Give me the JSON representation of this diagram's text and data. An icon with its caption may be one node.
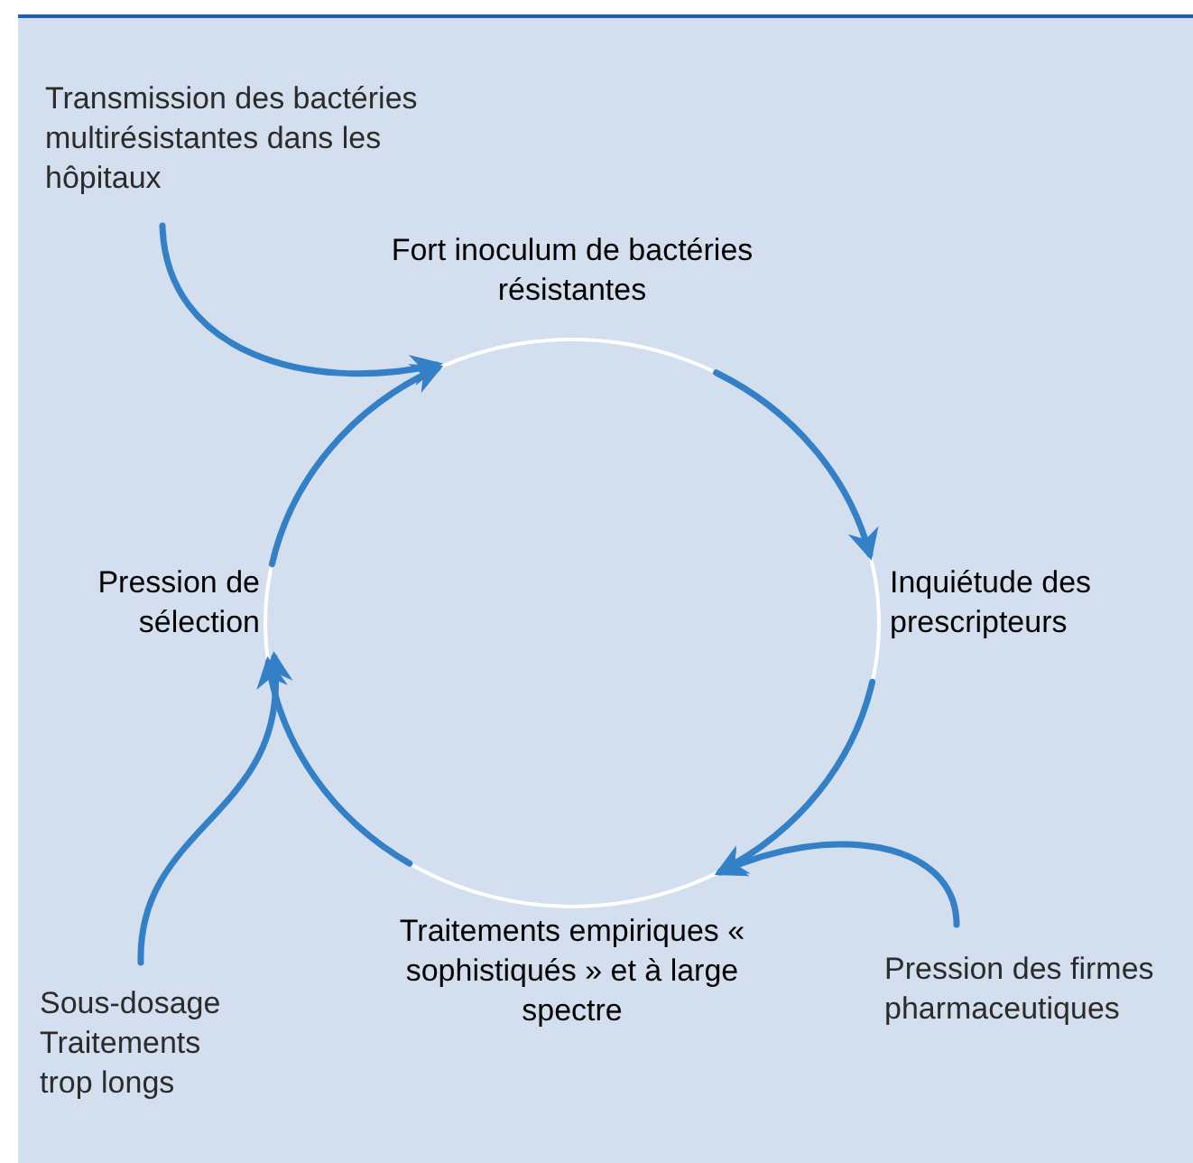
{
  "diagram": {
    "nodes": [
      {
        "text": [
          "Fort inoculum de bactéries résistantes"
        ]
      },
      {
        "text": [
          "Inquiétude des prescripteurs"
        ]
      },
      {
        "text": [
          "Traitements empiriques « sophistiqués » et à large spectre"
        ]
      },
      {
        "text": [
          "Pression de sélection"
        ]
      },
      {
        "text": [
          "Transmission des bactéries multirésistantes dans les hôpitaux"
        ]
      },
      {
        "text": [
          "Pression des firmes pharmaceutiques"
        ]
      },
      {
        "text": [
          "Sous-dosage Traitements trop longs"
        ]
      }
    ],
    "edges": [
      {
        "from": 0,
        "to": 1,
        "arrow": "to"
      },
      {
        "from": 1,
        "to": 2,
        "arrow": "to"
      },
      {
        "from": 2,
        "to": 3,
        "arrow": "to"
      },
      {
        "from": 3,
        "to": 0,
        "arrow": "to"
      },
      {
        "from": 4,
        "to": 0,
        "arrow": "to"
      },
      {
        "from": 5,
        "to": 2,
        "arrow": "to"
      },
      {
        "from": 6,
        "to": 3,
        "arrow": "to"
      }
    ]
  }
}
